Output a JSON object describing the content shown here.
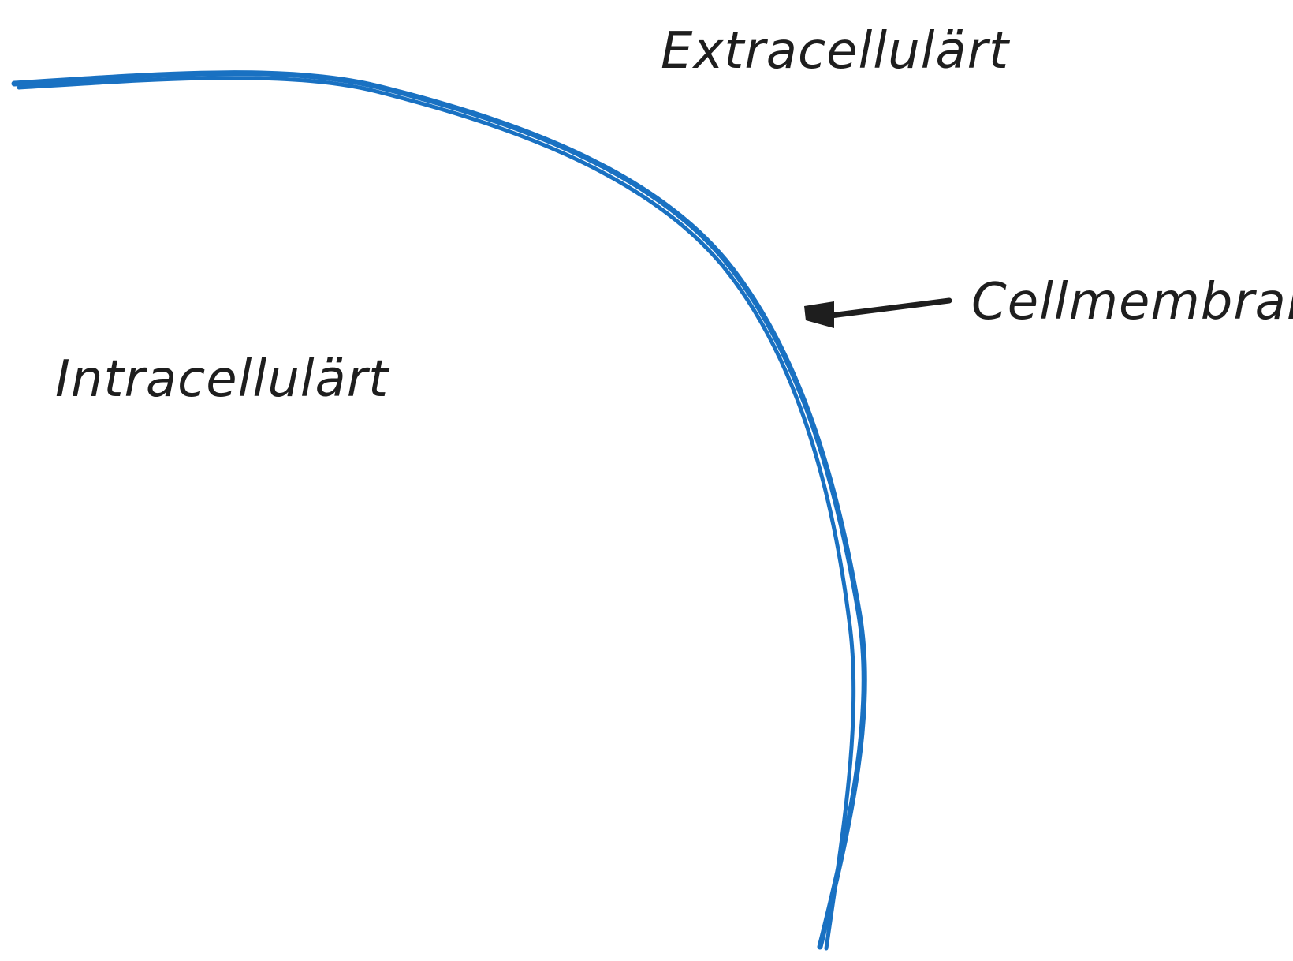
{
  "labels": {
    "extracellular": "Extracellulärt",
    "intracellular": "Intracellulärt",
    "membrane": "Cellmembran"
  },
  "colors": {
    "membrane_stroke": "#1971c2",
    "ink": "#1e1e1e",
    "background": "#ffffff"
  }
}
